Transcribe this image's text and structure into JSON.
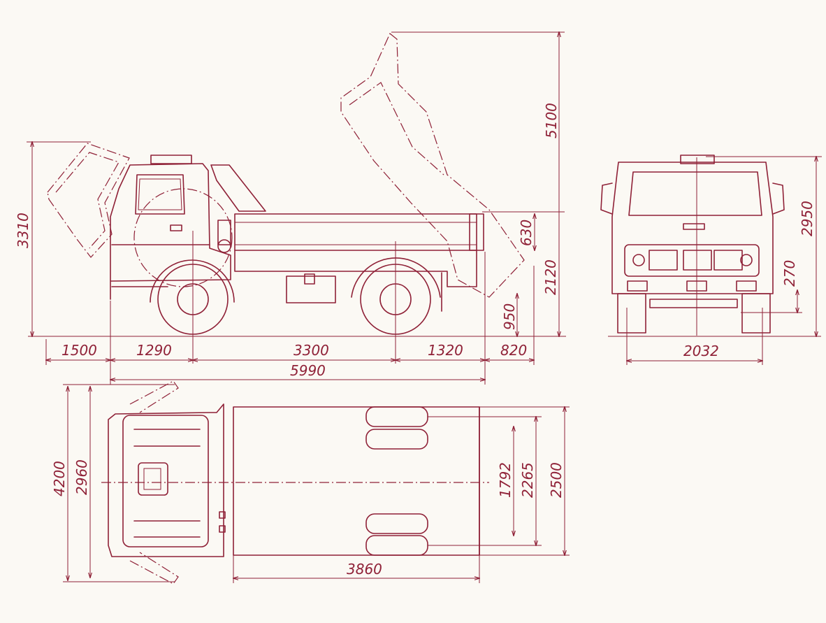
{
  "dimensions": {
    "side_view": {
      "overall_height": "3310",
      "raised_body_height": "5100",
      "body_side_height": "630",
      "platform_height": "2120",
      "rear_overhang_height": "950",
      "front_tilt_cab": "1500",
      "front_overhang": "1290",
      "wheelbase": "3300",
      "rear_to_axle": "1320",
      "rear_overhang": "820",
      "overall_length": "5990"
    },
    "front_view": {
      "overall_height": "2950",
      "ground_clearance": "270",
      "track": "2032"
    },
    "top_view": {
      "width_tilted": "4200",
      "width_cab_open": "2960",
      "rear_track_inner": "1792",
      "rear_track_outer": "2265",
      "overall_width": "2500",
      "body_length": "3860"
    }
  },
  "colors": {
    "ink": "#8f2137",
    "paper": "#fbf9f4"
  }
}
